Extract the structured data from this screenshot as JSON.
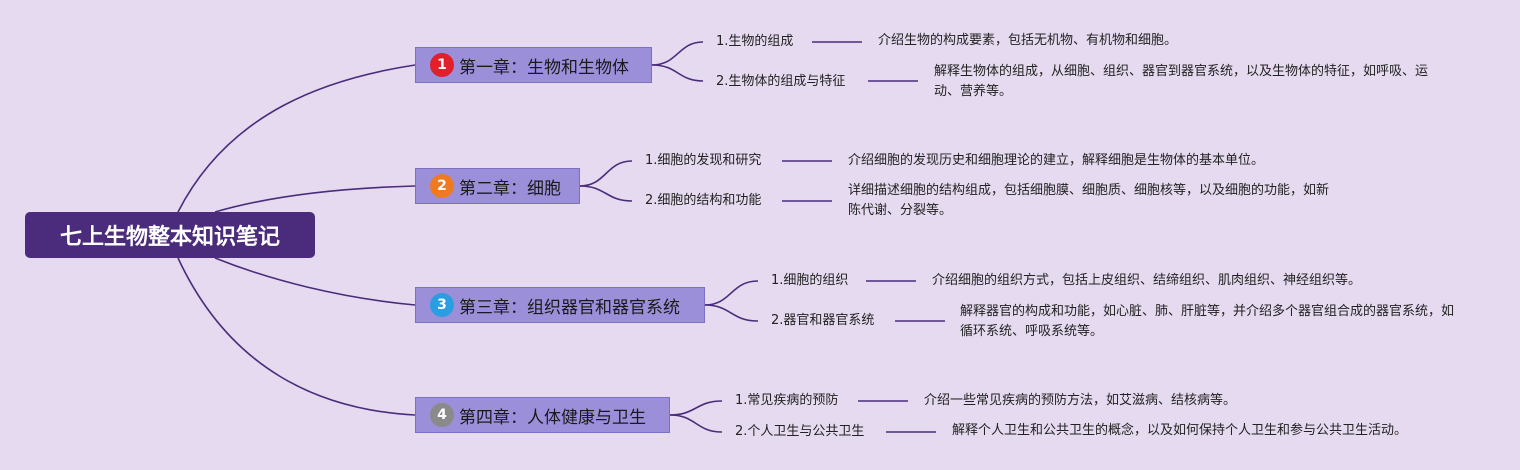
{
  "root": {
    "title": "七上生物整本知识笔记"
  },
  "colors": {
    "background": "#e5daef",
    "root": "#4b2c7c",
    "chapter": "#9b8fda",
    "line": "#4b2c7c"
  },
  "chapters": [
    {
      "title": "第一章：生物和生物体",
      "badge": {
        "number": "1",
        "color": "#e0202a"
      },
      "sections": [
        {
          "title": "1.生物的组成",
          "desc": "介绍生物的构成要素，包括无机物、有机物和细胞。"
        },
        {
          "title": "2.生物体的组成与特征",
          "desc": "解释生物体的组成，从细胞、组织、器官到器官系统，以及生物体的特征，如呼吸、运动、营养等。"
        }
      ]
    },
    {
      "title": "第二章：细胞",
      "badge": {
        "number": "2",
        "color": "#f07a22"
      },
      "sections": [
        {
          "title": "1.细胞的发现和研究",
          "desc": "介绍细胞的发现历史和细胞理论的建立，解释细胞是生物体的基本单位。"
        },
        {
          "title": "2.细胞的结构和功能",
          "desc": "详细描述细胞的结构组成，包括细胞膜、细胞质、细胞核等，以及细胞的功能，如新陈代谢、分裂等。"
        }
      ]
    },
    {
      "title": "第三章：组织器官和器官系统",
      "badge": {
        "number": "3",
        "color": "#2a9ee0"
      },
      "sections": [
        {
          "title": "1.细胞的组织",
          "desc": "介绍细胞的组织方式，包括上皮组织、结缔组织、肌肉组织、神经组织等。"
        },
        {
          "title": "2.器官和器官系统",
          "desc": "解释器官的构成和功能，如心脏、肺、肝脏等，并介绍多个器官组合成的器官系统，如循环系统、呼吸系统等。"
        }
      ]
    },
    {
      "title": "第四章：人体健康与卫生",
      "badge": {
        "number": "4",
        "color": "#8a8a8a"
      },
      "sections": [
        {
          "title": "1.常见疾病的预防",
          "desc": "介绍一些常见疾病的预防方法，如艾滋病、结核病等。"
        },
        {
          "title": "2.个人卫生与公共卫生",
          "desc": "解释个人卫生和公共卫生的概念，以及如何保持个人卫生和参与公共卫生活动。"
        }
      ]
    }
  ]
}
